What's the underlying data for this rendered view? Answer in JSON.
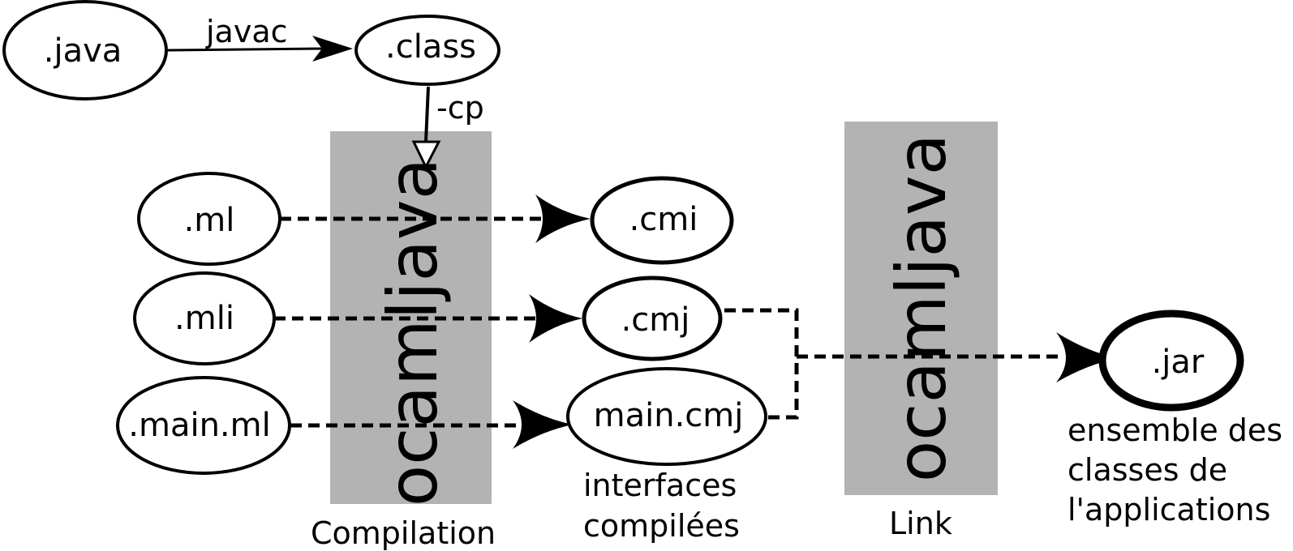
{
  "colors": {
    "box_fill": "#b3b3b3",
    "stroke": "#000000",
    "background": "#ffffff"
  },
  "nodes": {
    "java": ".java",
    "class": ".class",
    "ml": ".ml",
    "mli": ".mli",
    "main_ml": ".main.ml",
    "cmi": ".cmi",
    "cmj": ".cmj",
    "main_cmj": "main.cmj",
    "jar": ".jar"
  },
  "edge_labels": {
    "javac": "javac",
    "cp": "-cp"
  },
  "boxes": {
    "compile_tool": "ocamljava",
    "link_tool": "ocamljava"
  },
  "captions": {
    "compilation": "Compilation",
    "link": "Link",
    "interfaces_line1": "interfaces",
    "interfaces_line2": "compilées",
    "jar_line1": "ensemble des",
    "jar_line2": "classes de",
    "jar_line3": "l'applications"
  }
}
